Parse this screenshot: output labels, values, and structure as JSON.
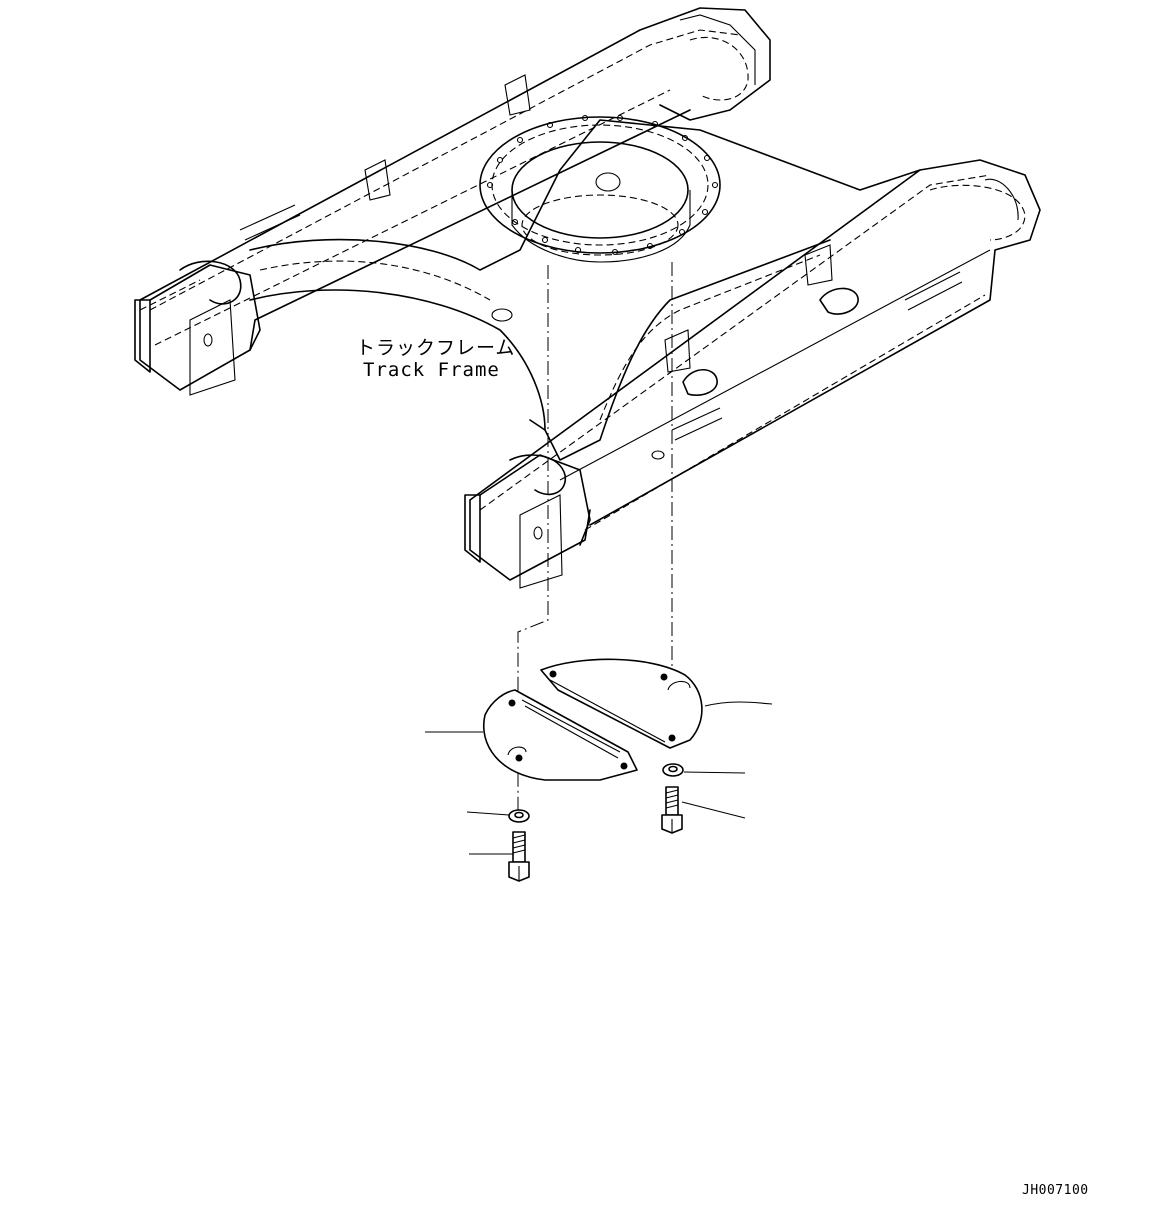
{
  "figure": {
    "part_label_jp": "トラックフレーム",
    "part_label_en": "Track Frame",
    "drawing_code": "JH007100"
  },
  "callouts": [
    {
      "part": "cover-plate-left"
    },
    {
      "part": "cover-plate-right"
    },
    {
      "part": "washer-left"
    },
    {
      "part": "washer-right"
    },
    {
      "part": "bolt-left"
    },
    {
      "part": "bolt-right"
    }
  ]
}
